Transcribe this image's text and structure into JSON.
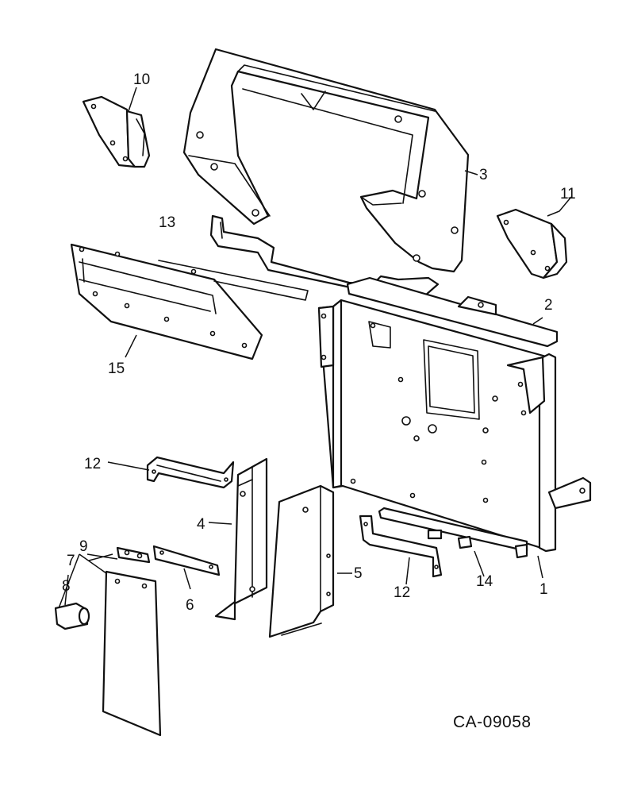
{
  "drawing": {
    "code": "CA-09058",
    "line_color": "#111111",
    "background": "#ffffff"
  },
  "callouts": {
    "c1": "1",
    "c2": "2",
    "c3": "3",
    "c4": "4",
    "c5": "5",
    "c6": "6",
    "c7": "7",
    "c8": "8",
    "c9": "9",
    "c10": "10",
    "c11": "11",
    "c12a": "12",
    "c12b": "12",
    "c13": "13",
    "c14": "14",
    "c15": "15"
  }
}
